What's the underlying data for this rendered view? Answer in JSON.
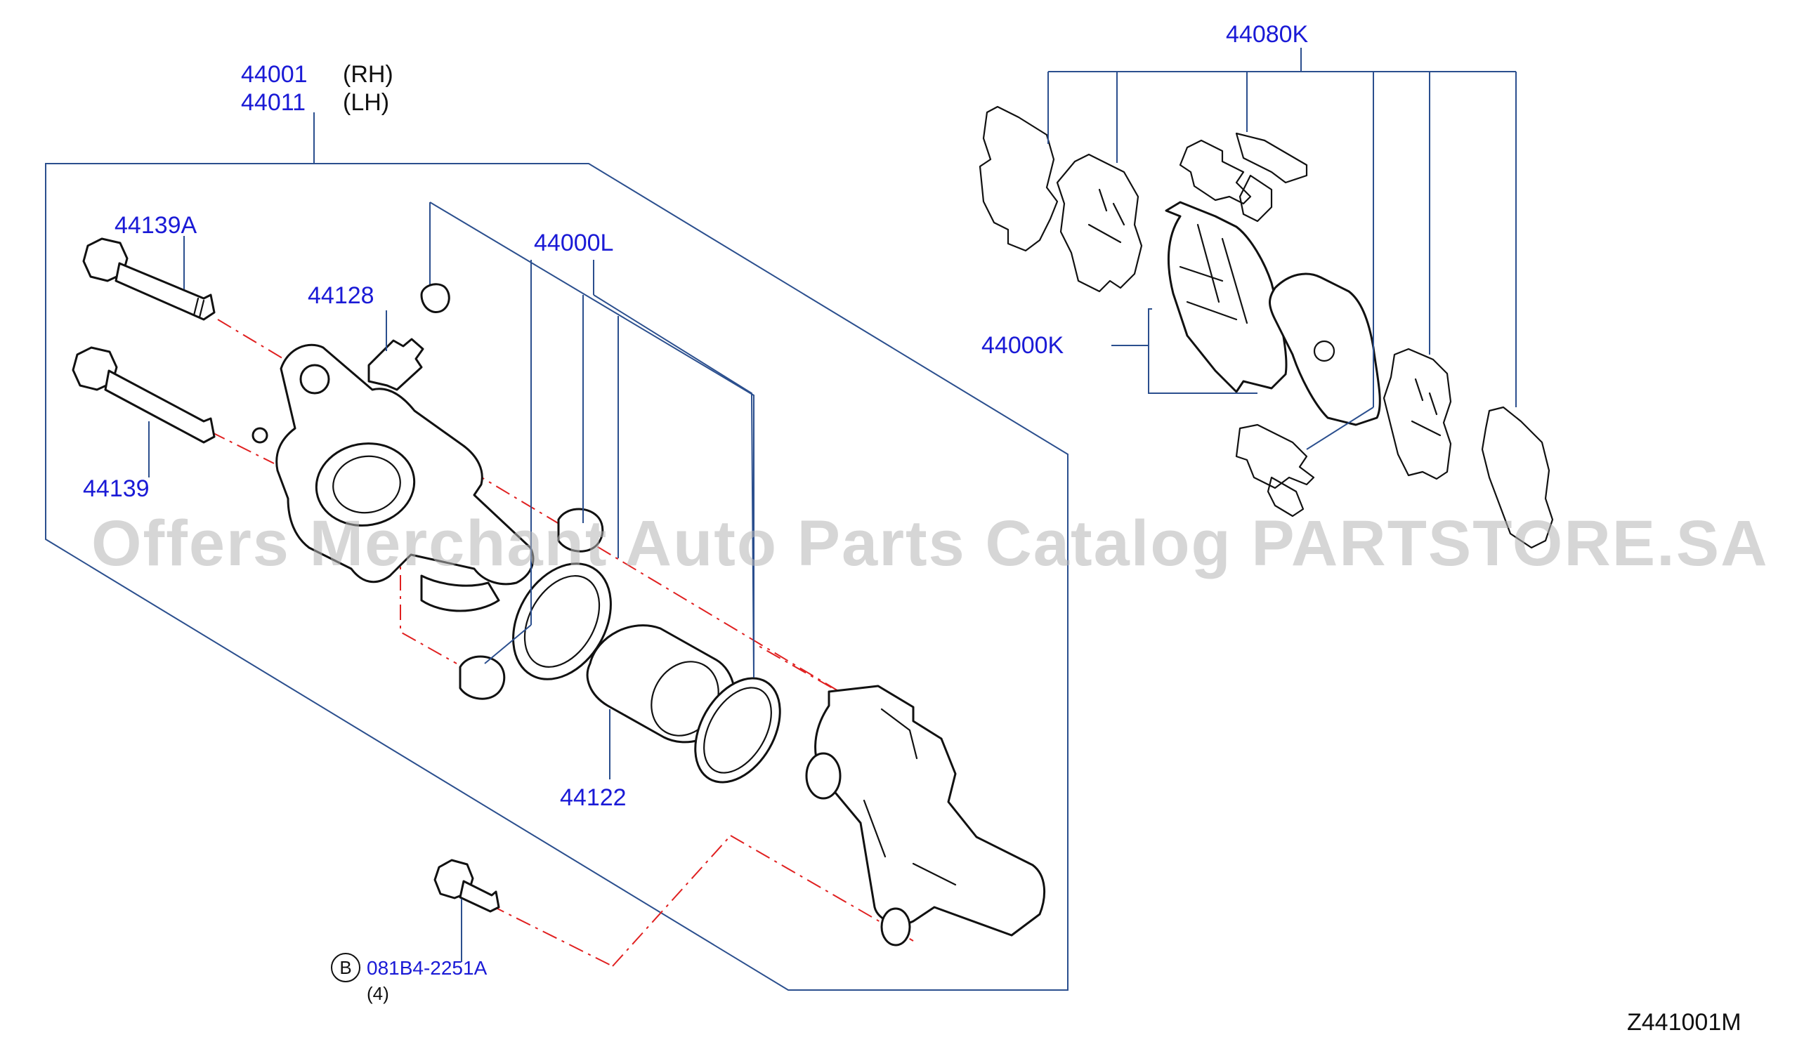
{
  "diagram": {
    "drawing_number": "Z441001M",
    "watermark": "Offers Merchant Auto Parts Catalog PARTSTORE.SA",
    "callouts": {
      "caliper_rh": {
        "part_no": "44001",
        "side": "(RH)"
      },
      "caliper_lh": {
        "part_no": "44011",
        "side": "(LH)"
      },
      "pin_bolt_a": "44139A",
      "pin_bolt": "44139",
      "bleeder": "44128",
      "seal_kit": "44000L",
      "piston": "44122",
      "pad_kit": "44000K",
      "hardware_kit": "44080K",
      "mount_bolt": {
        "badge": "B",
        "part_no": "081B4-2251A",
        "qty": "(4)"
      }
    },
    "colors": {
      "label": "#1a1ad6",
      "leader": "#2b4f8e",
      "axis": "#e02020",
      "ink": "#111111",
      "watermark": "#b4b4b4"
    }
  }
}
